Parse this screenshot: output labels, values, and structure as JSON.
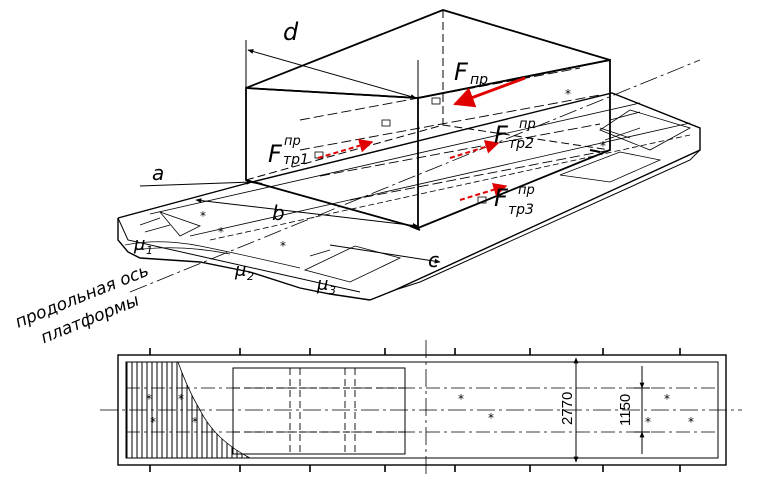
{
  "labels": {
    "d": "d",
    "a": "a",
    "b": "b",
    "c": "c",
    "f_pr_main": "F",
    "f_pr_sub": "пр",
    "f_tr1_main": "F",
    "f_tr1_sub": "тр1",
    "f_tr1_sup": "пр",
    "f_tr2_main": "F",
    "f_tr2_sub": "тр2",
    "f_tr2_sup": "пр",
    "f_tr3_main": "F",
    "f_tr3_sub": "тр3",
    "f_tr3_sup": "пр",
    "mu": "μ",
    "mu1_sub": "1",
    "mu2_sub": "2",
    "mu3_sub": "3",
    "axis_line1": "продольная ось",
    "axis_line2": "платформы"
  },
  "dimensions": {
    "width_total": "2770",
    "width_inner": "1150"
  },
  "colors": {
    "line": "#000000",
    "force_arrow": "#e00000"
  }
}
